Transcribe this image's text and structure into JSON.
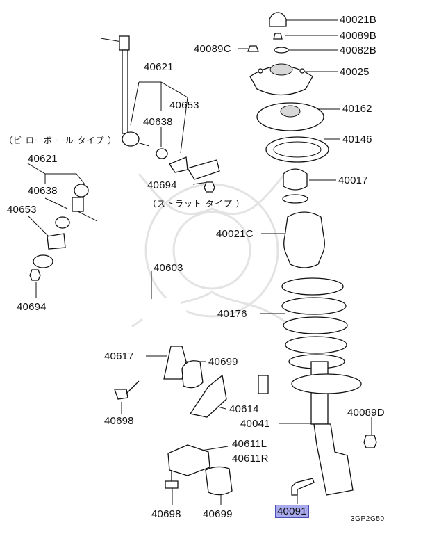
{
  "labels": {
    "p40021B": "40021B",
    "p40089B": "40089B",
    "p40089C": "40089C",
    "p40082B": "40082B",
    "p40025": "40025",
    "p40162": "40162",
    "p40146": "40146",
    "p40017": "40017",
    "p40021C": "40021C",
    "p40176": "40176",
    "p40089D": "40089D",
    "p40041": "40041",
    "p40091": "40091",
    "p40621a": "40621",
    "p40653a": "40653",
    "p40638a": "40638",
    "p40694a": "40694",
    "p40621b": "40621",
    "p40638b": "40638",
    "p40653b": "40653",
    "p40694b": "40694",
    "p40603": "40603",
    "p40617": "40617",
    "p40699a": "40699",
    "p40614": "40614",
    "p40698a": "40698",
    "p40611L": "40611L",
    "p40611R": "40611R",
    "p40698b": "40698",
    "p40699b": "40699"
  },
  "notes": {
    "pillow_ball_type": "（ピ ローボ ール タイプ ）",
    "strut_type": "（ストラット タイプ ）",
    "diagram_code": "3GP2G50"
  },
  "highlight": {
    "part": "40091",
    "color": "#a9a9ee"
  }
}
